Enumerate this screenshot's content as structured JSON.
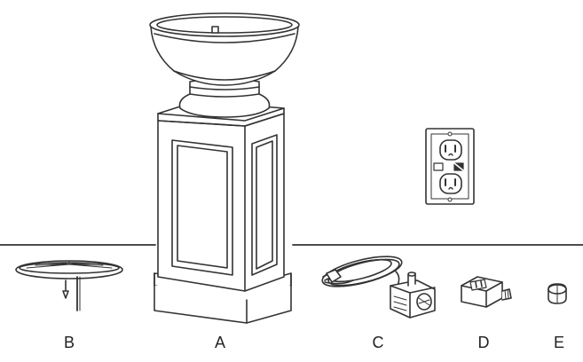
{
  "labels": {
    "a": "A",
    "b": "B",
    "c": "C",
    "d": "D",
    "e": "E"
  },
  "colors": {
    "line": "#333333",
    "fill": "#ffffff",
    "shade": "#e6e6e6"
  }
}
